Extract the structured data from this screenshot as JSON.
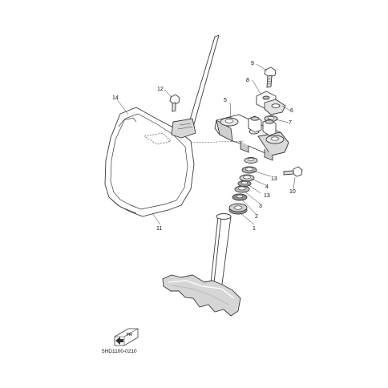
{
  "diagram": {
    "drawing_code": "5HD1100-0210",
    "front_mark": "FR",
    "callouts": [
      {
        "id": "c1",
        "label": "1"
      },
      {
        "id": "c2",
        "label": "2"
      },
      {
        "id": "c3",
        "label": "3"
      },
      {
        "id": "c4",
        "label": "4"
      },
      {
        "id": "c5",
        "label": "5"
      },
      {
        "id": "c6",
        "label": "6"
      },
      {
        "id": "c7",
        "label": "7"
      },
      {
        "id": "c8",
        "label": "8"
      },
      {
        "id": "c9",
        "label": "9"
      },
      {
        "id": "c10",
        "label": "10"
      },
      {
        "id": "c11",
        "label": "11"
      },
      {
        "id": "c12",
        "label": "12"
      },
      {
        "id": "c13a",
        "label": "13"
      },
      {
        "id": "c13b",
        "label": "13"
      },
      {
        "id": "c14",
        "label": "14"
      }
    ]
  },
  "colors": {
    "line": "#3a3a3a",
    "part_fill": "#ffffff",
    "shade": "#d9d9d9",
    "dark": "#555555"
  }
}
